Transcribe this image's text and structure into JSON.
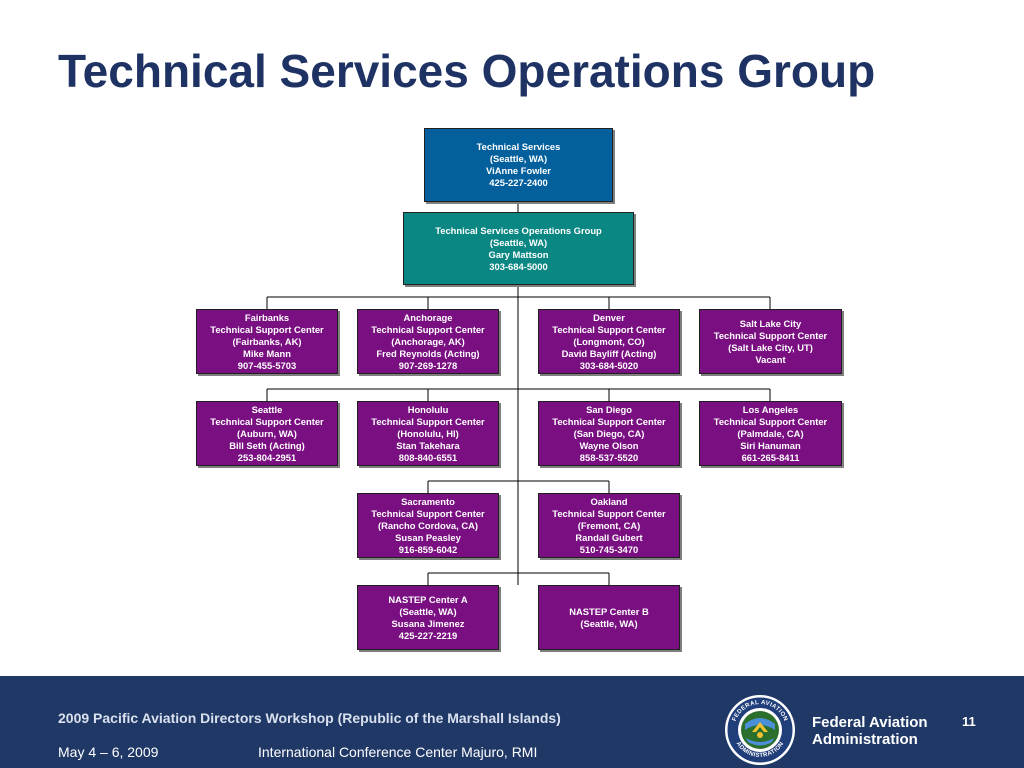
{
  "slide": {
    "title": "Technical Services Operations Group"
  },
  "org": {
    "technical_services": [
      "Technical Services",
      "(Seattle, WA)",
      "ViAnne Fowler",
      "425-227-2400"
    ],
    "operations_group": [
      "Technical Services Operations Group",
      "(Seattle, WA)",
      "Gary Mattson",
      "303-684-5000"
    ],
    "fairbanks": [
      "Fairbanks",
      "Technical Support Center",
      "(Fairbanks, AK)",
      "Mike Mann",
      "907-455-5703"
    ],
    "anchorage": [
      "Anchorage",
      "Technical Support Center",
      "(Anchorage, AK)",
      "Fred Reynolds (Acting)",
      "907-269-1278"
    ],
    "denver": [
      "Denver",
      "Technical Support Center",
      "(Longmont, CO)",
      "David Bayliff (Acting)",
      "303-684-5020"
    ],
    "salt_lake_city": [
      "Salt Lake City",
      "Technical Support Center",
      "(Salt Lake City, UT)",
      "Vacant"
    ],
    "seattle": [
      "Seattle",
      "Technical Support Center",
      "(Auburn, WA)",
      "Bill Seth (Acting)",
      "253-804-2951"
    ],
    "honolulu": [
      "Honolulu",
      "Technical Support Center",
      "(Honolulu, HI)",
      "Stan Takehara",
      "808-840-6551"
    ],
    "san_diego": [
      "San Diego",
      "Technical Support Center",
      "(San Diego, CA)",
      "Wayne Olson",
      "858-537-5520"
    ],
    "los_angeles": [
      "Los Angeles",
      "Technical Support Center",
      "(Palmdale, CA)",
      "Siri Hanuman",
      "661-265-8411"
    ],
    "sacramento": [
      "Sacramento",
      "Technical Support Center",
      "(Rancho Cordova, CA)",
      "Susan Peasley",
      "916-859-6042"
    ],
    "oakland": [
      "Oakland",
      "Technical Support Center",
      "(Fremont, CA)",
      "Randall Gubert",
      "510-745-3470"
    ],
    "nastep_a": [
      "NASTEP Center A",
      "(Seattle, WA)",
      "Susana Jimenez",
      "425-227-2219"
    ],
    "nastep_b": [
      "NASTEP Center B",
      "(Seattle, WA)"
    ]
  },
  "footer": {
    "event": "2009 Pacific Aviation Directors Workshop (Republic of the Marshall Islands)",
    "date": "May 4 – 6, 2009",
    "venue": "International Conference Center Majuro, RMI",
    "agency_line1": "Federal Aviation",
    "agency_line2": "Administration",
    "page_number": "11",
    "seal_icon": "faa-seal-icon",
    "colors": {
      "navy": "#1f3866",
      "title": "#1f3264",
      "ts_box": "#03609d",
      "tsog_box": "#0b8783",
      "tsc_box": "#7a0f82"
    }
  }
}
